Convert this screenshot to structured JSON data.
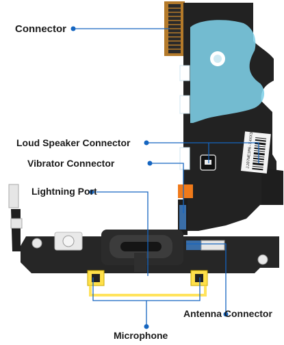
{
  "labels": {
    "connector": "Connector",
    "loud_speaker_connector": "Loud Speaker Connector",
    "vibrator_connector": "Vibrator Connector",
    "lightning_port": "Lightning Port",
    "antenna_connector": "Antenna Connector",
    "microphone": "Microphone"
  },
  "serial_text": "JJ07WE1M6-X4XX3",
  "colors": {
    "leader_line": "#1565c0",
    "board": "#262626",
    "flex_ribbon": "#b47a2a",
    "shield_blue": "#7ed0e8",
    "mic_highlight": "#ffe04a",
    "orange_tab": "#f07a1a"
  },
  "icons": {
    "leader_dot": "circle-marker-icon",
    "barcode": "barcode-icon"
  }
}
